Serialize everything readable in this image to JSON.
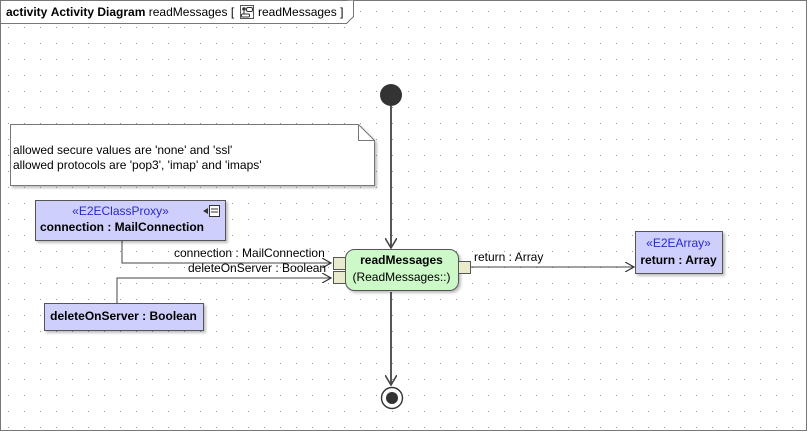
{
  "frame": {
    "keyword": "activity",
    "diagram_type": "Activity Diagram",
    "name": "readMessages",
    "bracket_open": "[",
    "icon": "activity-diagram-icon",
    "bracket_name": "readMessages",
    "bracket_close": "]"
  },
  "note": {
    "line1": "allowed secure values are 'none' and 'ssl'",
    "line2": "allowed protocols are 'pop3', 'imap' and 'imaps'"
  },
  "connection_node": {
    "stereotype": "«E2EClassProxy»",
    "label": "connection : MailConnection",
    "icon": "class-proxy-icon"
  },
  "delete_node": {
    "label": "deleteOnServer : Boolean"
  },
  "action": {
    "name": "readMessages",
    "behavior": "(ReadMessages::)"
  },
  "pins": {
    "in_connection": "connection : MailConnection",
    "in_delete": "deleteOnServer : Boolean",
    "out_return": "return : Array"
  },
  "return_node": {
    "stereotype": "«E2EArray»",
    "label": "return : Array"
  },
  "colors": {
    "object_fill": "#cfcffb",
    "action_fill": "#cdf8c8",
    "pin_fill": "#eaeacd",
    "stereotype": "#2a2acc",
    "initial_node": "#333333"
  }
}
